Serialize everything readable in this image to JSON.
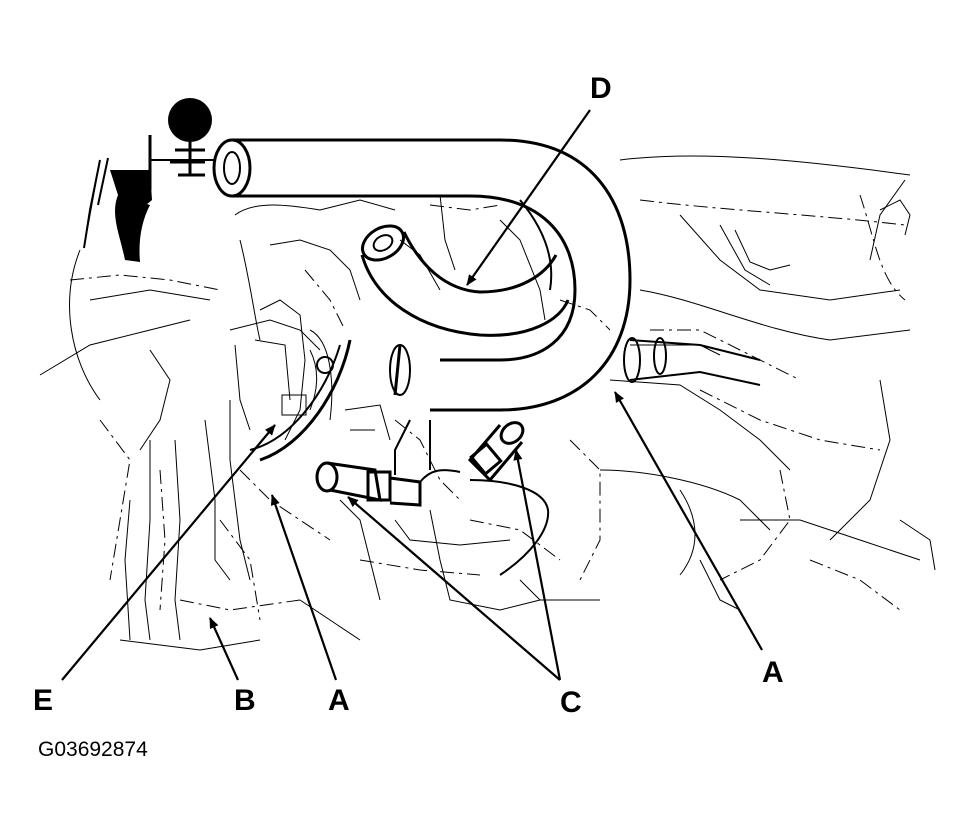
{
  "diagram": {
    "callouts": {
      "D": "D",
      "E": "E",
      "B": "B",
      "A_left": "A",
      "C": "C",
      "A_right": "A"
    },
    "figure_code": "G03692874"
  }
}
